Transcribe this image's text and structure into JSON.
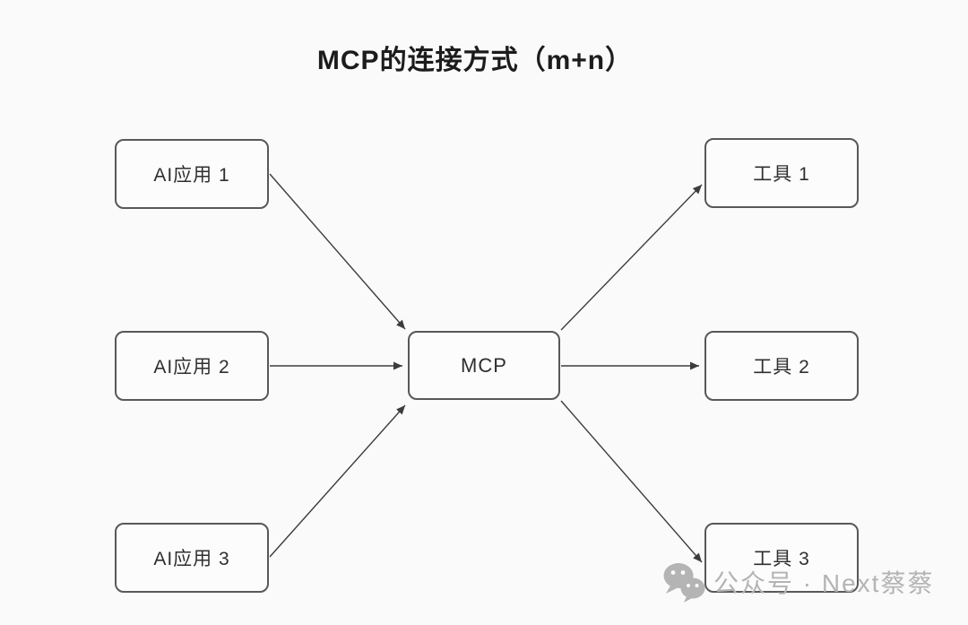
{
  "title": "MCP的连接方式（m+n）",
  "nodes": {
    "left": [
      {
        "label": "AI应用 1"
      },
      {
        "label": "AI应用 2"
      },
      {
        "label": "AI应用 3"
      }
    ],
    "center": {
      "label": "MCP"
    },
    "right": [
      {
        "label": "工具 1"
      },
      {
        "label": "工具 2"
      },
      {
        "label": "工具 3"
      }
    ]
  },
  "edges": [
    {
      "from": "AI应用 1",
      "to": "MCP"
    },
    {
      "from": "AI应用 2",
      "to": "MCP"
    },
    {
      "from": "AI应用 3",
      "to": "MCP"
    },
    {
      "from": "MCP",
      "to": "工具 1"
    },
    {
      "from": "MCP",
      "to": "工具 2"
    },
    {
      "from": "MCP",
      "to": "工具 3"
    }
  ],
  "watermark": {
    "icon": "wechat-icon",
    "text": "公众号 · Next蔡蔡"
  },
  "colors": {
    "background": "#fafafa",
    "node_border": "#585858",
    "node_text": "#2f2f2f",
    "arrow": "#3c3c3c",
    "title_text": "#1c1c1c",
    "watermark_gray": "#b4b4b4"
  }
}
